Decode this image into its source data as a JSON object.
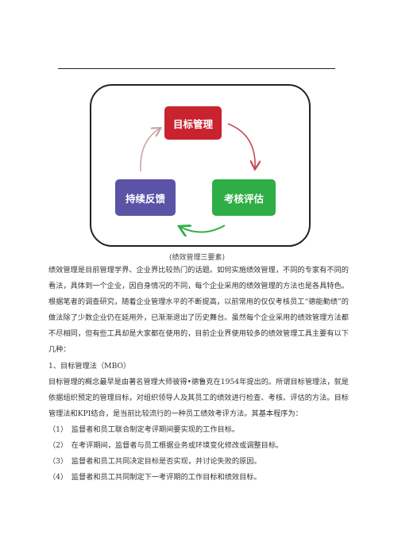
{
  "diagram": {
    "top_label": "目标管理",
    "left_label": "持续反馈",
    "right_label": "考核评估",
    "colors": {
      "top": "#c8232e",
      "left": "#5b53a6",
      "right": "#2fae45",
      "arrow_top_right": "#c54a52",
      "arrow_bottom": "#2fae45",
      "arrow_left": "#c9a3a6"
    }
  },
  "caption": "(绩效管理三要素)",
  "paragraph_1": "绩效管理是目前管理学界、企业界比较热门的话题。如何实施绩效管理，不同的专家有不同的看法，具体到一个企业，因自身情况的不同，每个企业采用的绩效管理的方法也是各具特色。根据笔者的调查研究，随着企业管理水平的不断提高，以前常用的仅仅考核员工“德能勤绩”的做法除了少数企业仍在延用外，已渐渐退出了历史舞台。虽然每个企业采用的绩效管理方法都不尽相同，但有些工具却是大家都在使用的，目前企业界使用较多的绩效管理工具主要有以下几种：",
  "section_heading": "1、目标管理法（MBO）",
  "paragraph_2": "目标管理的概念最早是由著名管理大师彼得•德鲁克在1954年提出的。所谓目标管理法，就是依据组织预定的管理目标，对组织领导人及其员工的绩效进行检查、考核、评估的方法。目标管理法和KPI结合，是当前比较流行的一种员工绩效考评方法。其基本程序为：",
  "steps": [
    "（1）　监督者和员工联合制定考评期间要实现的工作目标。",
    "（2）　在考评期间，监督者与员工根据业务或环境变化修改或调整目标。",
    "（3）　监督者和员工共同决定目标是否实现，并讨论失败的原因。",
    "（4）　监督者和员工共同制定下一考评期的工作目标和绩效目标。"
  ]
}
